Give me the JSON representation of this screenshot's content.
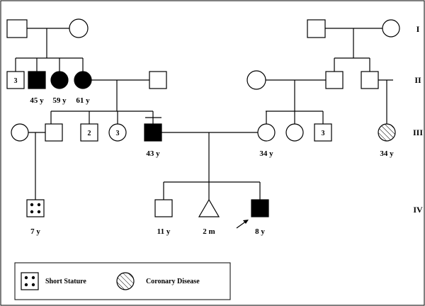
{
  "generations": [
    "I",
    "II",
    "III",
    "IV"
  ],
  "ages": {
    "ii_son": "45 y",
    "ii_dau1": "59 y",
    "ii_dau2": "61 y",
    "iii_father": "43 y",
    "iii_mother": "34 y",
    "iii_hatched": "34 y",
    "iii_child_left": "7 y",
    "iv_child1": "11 y",
    "iv_child2": "2 m",
    "iv_proband": "8 y"
  },
  "counts": {
    "ii_sibs": "3",
    "iii_brothers": "2",
    "iii_sisters": "3",
    "iii_right_brothers": "3"
  },
  "legend": {
    "short_stature": "Short Stature",
    "coronary_disease": "Coronary Disease"
  }
}
